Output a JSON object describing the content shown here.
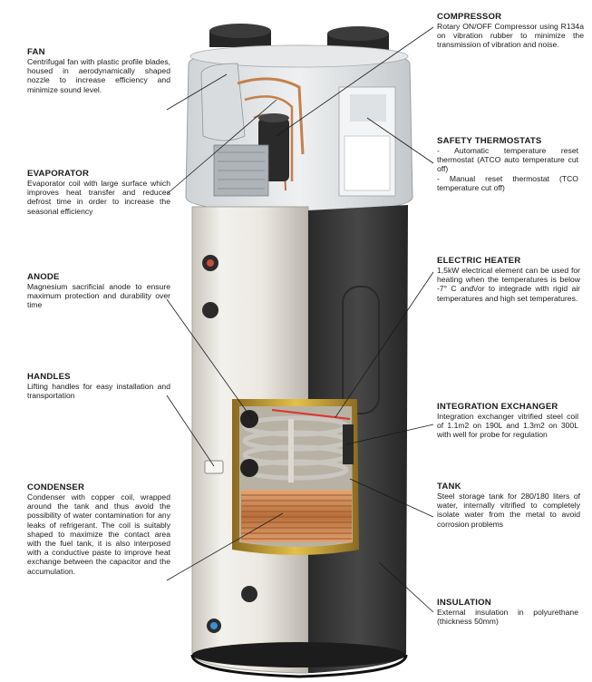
{
  "callouts": {
    "compressor": {
      "title": "COMPRESSOR",
      "lines": [
        "Rotary ON/OFF Compressor using R134a on vibration rubber to minimize the transmission of vibration and noise."
      ]
    },
    "fan": {
      "title": "FAN",
      "lines": [
        "Centrifugal fan with plastic profile blades, housed in aerodynamically shaped nozzle to increase efficiency and minimize sound level."
      ]
    },
    "safety_thermostats": {
      "title": "SAFETY THERMOSTATS",
      "lines": [
        "- Automatic temperature reset thermostat (ATCO auto temperature cut off)",
        "- Manual reset thermostat (TCO temperature cut off)"
      ]
    },
    "evaporator": {
      "title": "EVAPORATOR",
      "lines": [
        "Evaporator coil with large surface which improves heat transfer and reduces defrost time in order to increase the seasonal efficiency"
      ]
    },
    "electric_heater": {
      "title": "ELECTRIC HEATER",
      "lines": [
        "1,5kW electrical element can be used for heating when the temperatures is below -7° C and\\/or to integrade with rigid air temperatures and high set temperatures."
      ]
    },
    "anode": {
      "title": "ANODE",
      "lines": [
        "Magnesium sacrificial anode to ensure maximum protection and durability over time"
      ]
    },
    "handles": {
      "title": "HANDLES",
      "lines": [
        "Lifting handles for easy installation and transportation"
      ]
    },
    "integration_exchanger": {
      "title": "INTEGRATION EXCHANGER",
      "lines": [
        "Integration exchanger vitrified steel coil of 1.1m2 on 190L and 1.3m2 on 300L with well for probe for regulation"
      ]
    },
    "condenser": {
      "title": "CONDENSER",
      "lines": [
        "Condenser with copper coil, wrapped around the tank and thus avoid the possibility of water contamination for any leaks of refrigerant. The coil is suitably shaped to maximize the contact area with the fuel tank, it is also interposed with a conductive paste to improve heat exchange between the capacitor and the accumulation."
      ]
    },
    "tank": {
      "title": "TANK",
      "lines": [
        "Steel storage tank for 280/180 liters of water, internally vitrified to completely isolate water from the metal to avoid corrosion problems"
      ]
    },
    "insulation": {
      "title": "INSULATION",
      "lines": [
        "External insulation in polyurethane (thickness 50mm)"
      ]
    }
  },
  "colors": {
    "tank_body": "#e9e6df",
    "dark_panel": "#3a3a3a",
    "copper": "#c8834e",
    "leader": "#1a1a1a",
    "insulation_yellow": "#e8c13a"
  }
}
